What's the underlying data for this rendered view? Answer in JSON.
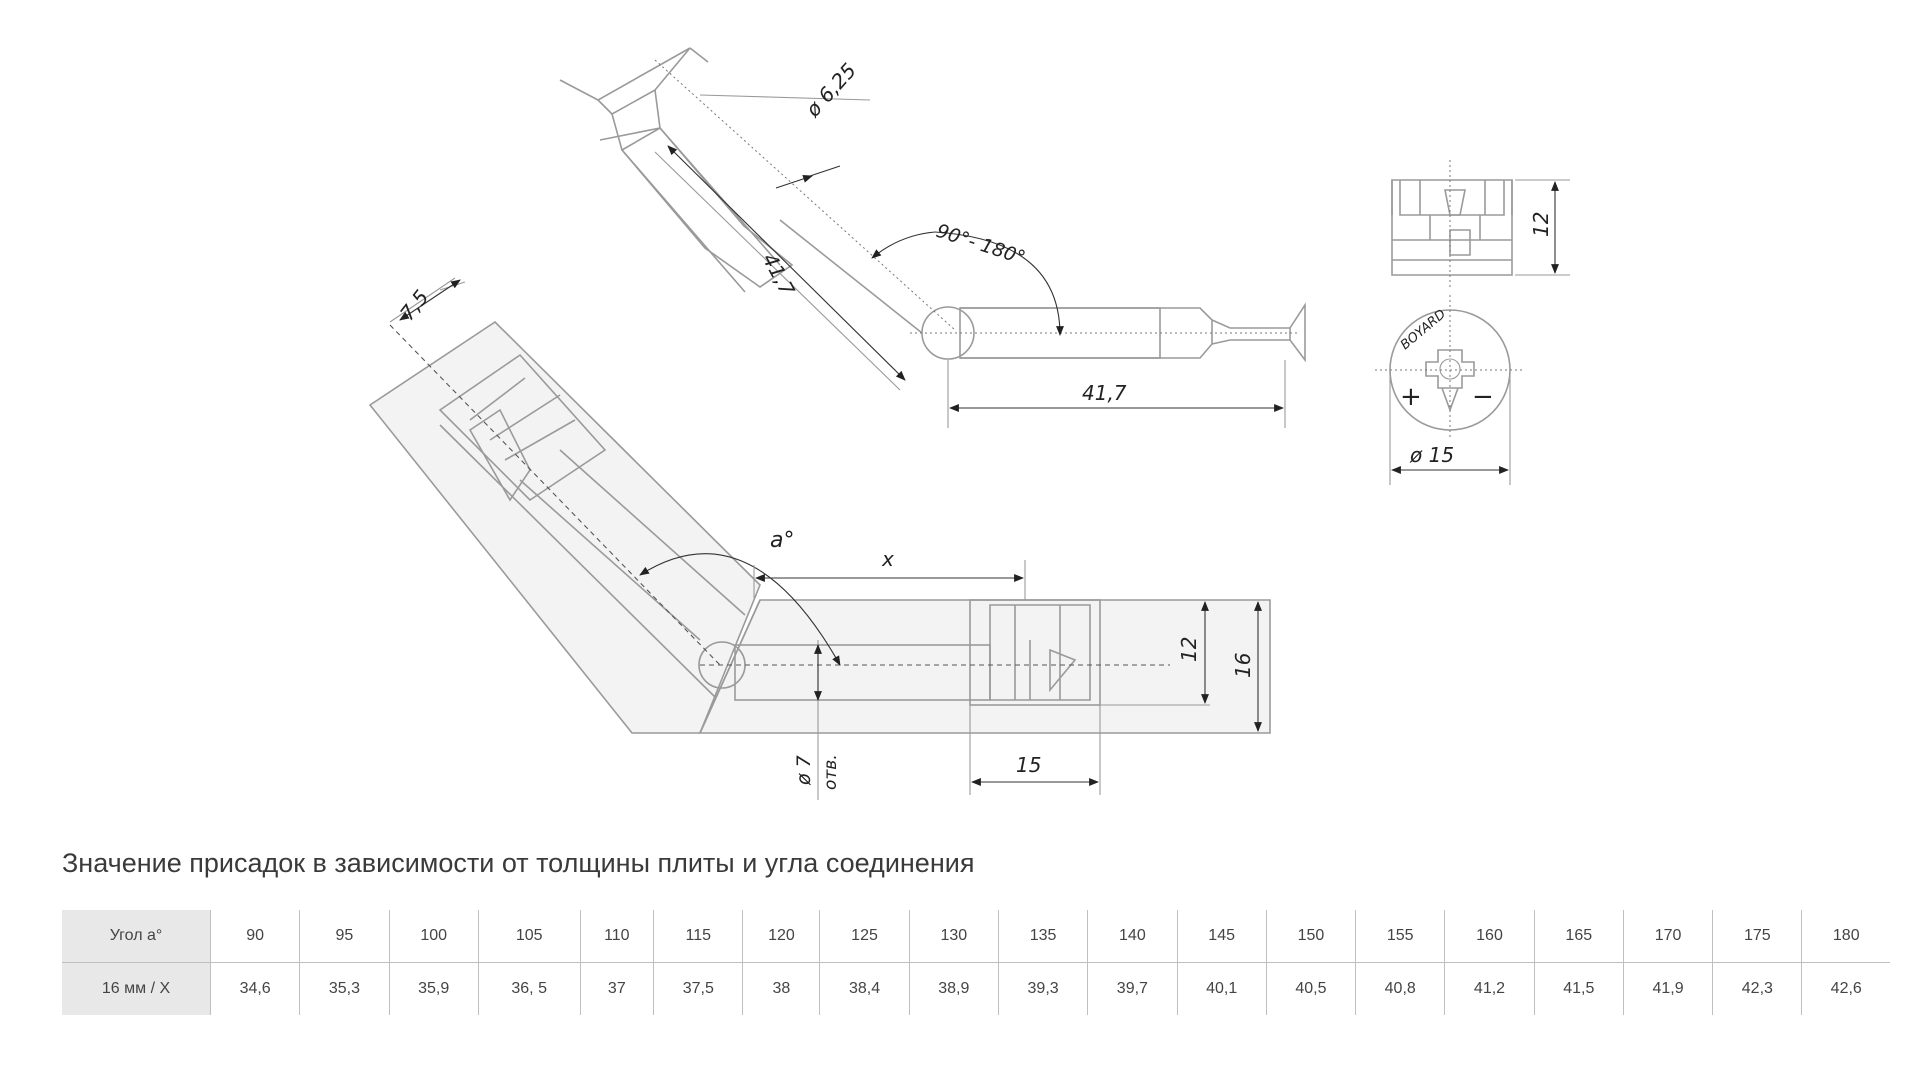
{
  "diagram": {
    "labels": {
      "phi_625": "ø 6,25",
      "len_417_a": "41,7",
      "angle_range": "90°- 180°",
      "len_417_b": "41,7",
      "dim_75": "7,5",
      "alpha": "a°",
      "x": "x",
      "dim_12_a": "12",
      "dim_16": "16",
      "phi_7": "ø 7",
      "otv": "отв.",
      "dim_15": "15",
      "dim_12_b": "12",
      "phi_15": "ø 15",
      "brand": "BOYARD",
      "plus": "+",
      "minus": "−"
    }
  },
  "caption": "Значение присадок в зависимости от толщины плиты и угла соединения",
  "table": {
    "row1_header": "Угол а°",
    "row2_header": "16 мм / Х",
    "angles": [
      "90",
      "95",
      "100",
      "105",
      "110",
      "115",
      "120",
      "125",
      "130",
      "135",
      "140",
      "145",
      "150",
      "155",
      "160",
      "165",
      "170",
      "175",
      "180"
    ],
    "values": [
      "34,6",
      "35,3",
      "35,9",
      "36, 5",
      "37",
      "37,5",
      "38",
      "38,4",
      "38,9",
      "39,3",
      "39,7",
      "40,1",
      "40,5",
      "40,8",
      "41,2",
      "41,5",
      "41,9",
      "42,3",
      "42,6"
    ]
  }
}
